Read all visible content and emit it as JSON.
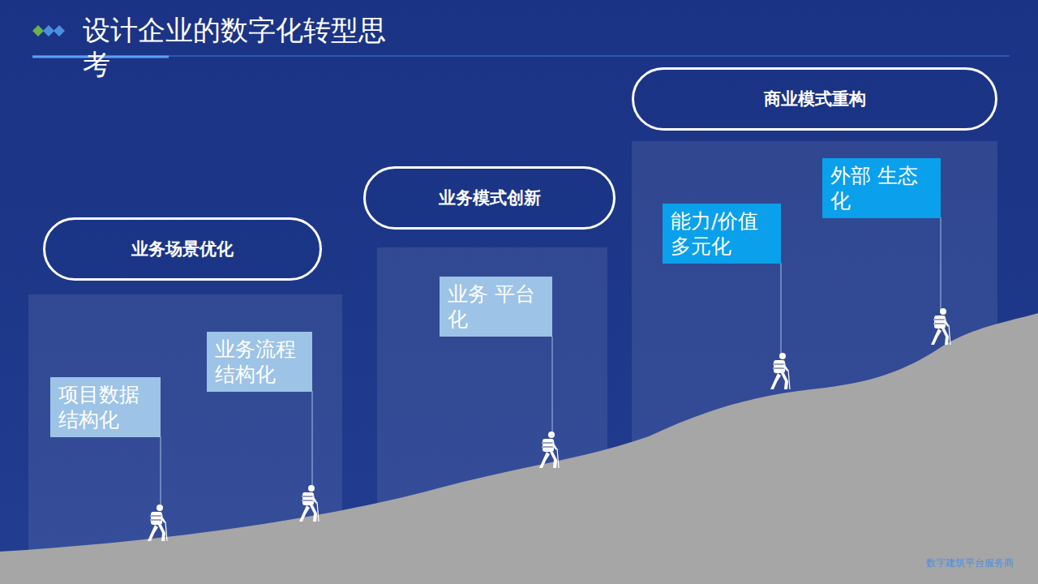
{
  "diagram": {
    "title": "设计企业的数字化转型思考",
    "nodes": [
      {
        "text": [
          "业务场景优化"
        ]
      },
      {
        "text": [
          "项目数据 结构化"
        ]
      },
      {
        "text": [
          "业务流程 结构化"
        ]
      },
      {
        "text": [
          "业务模式创新"
        ]
      },
      {
        "text": [
          "业务 平台化"
        ]
      },
      {
        "text": [
          "商业模式重构"
        ]
      },
      {
        "text": [
          "能力/价值 多元化"
        ]
      },
      {
        "text": [
          "外部 生态化"
        ]
      }
    ],
    "labels": [
      "数字建筑平台服务商"
    ]
  }
}
